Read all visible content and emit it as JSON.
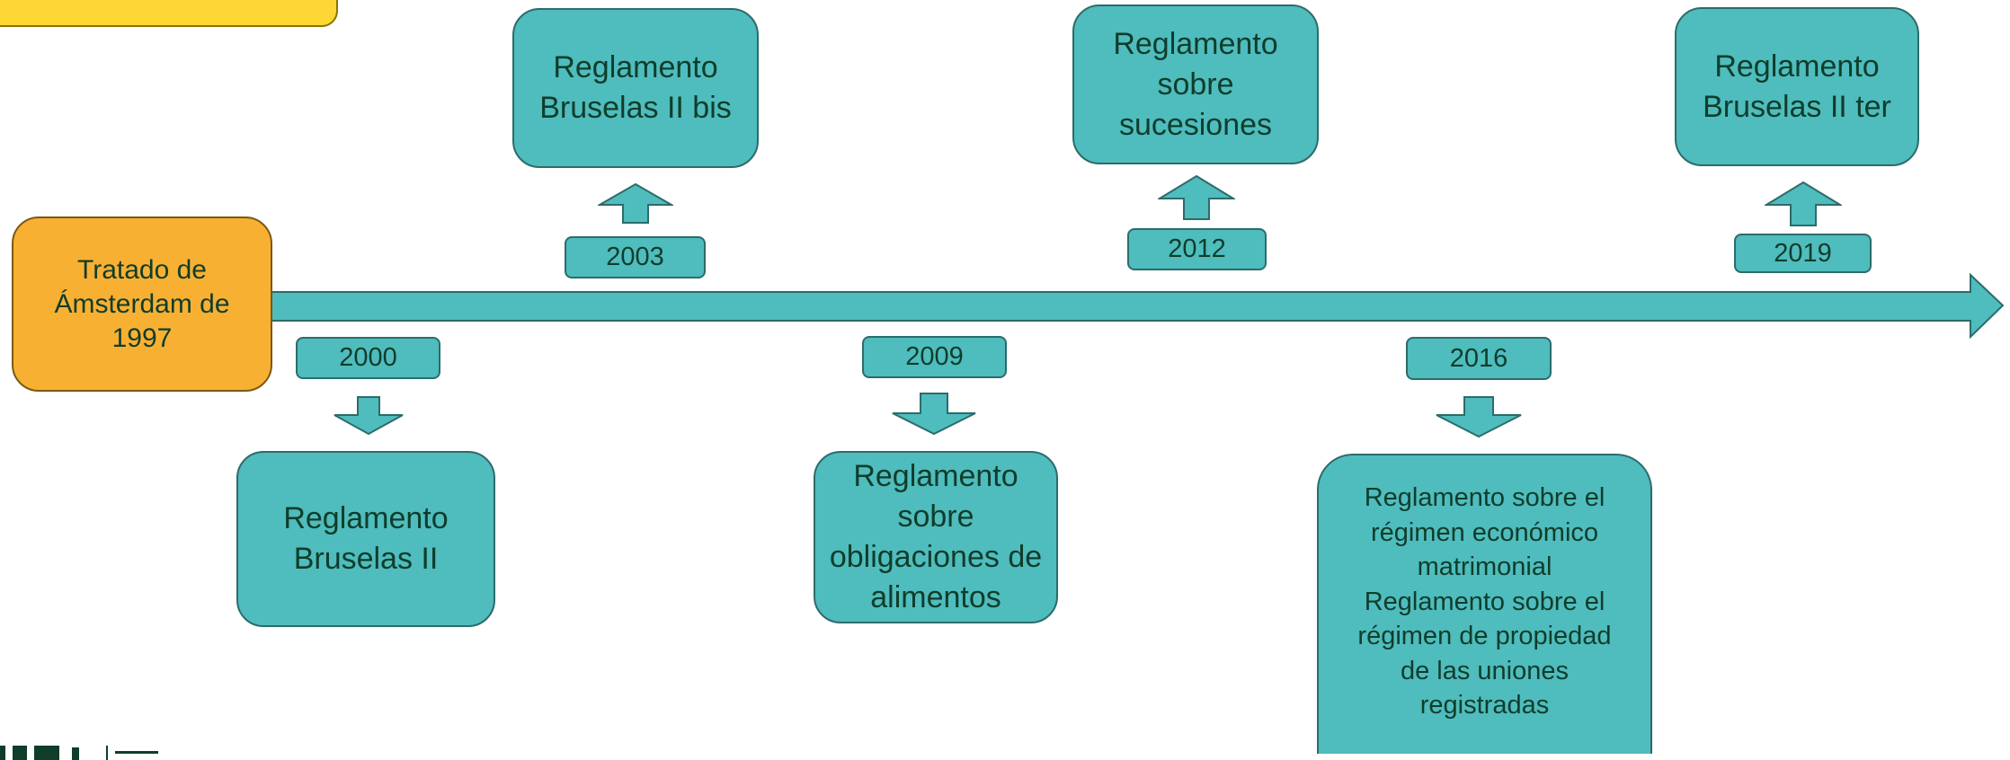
{
  "origin": {
    "label": "Tratado de Ámsterdam de 1997"
  },
  "events": [
    {
      "year": "2000",
      "label": "Reglamento Bruselas II"
    },
    {
      "year": "2003",
      "label": "Reglamento Bruselas II bis"
    },
    {
      "year": "2009",
      "label": "Reglamento sobre obligaciones de alimentos"
    },
    {
      "year": "2012",
      "label": "Reglamento sobre sucesiones"
    },
    {
      "year": "2016",
      "label": "Reglamento sobre el régimen económico matrimonial Reglamento sobre el régimen de propiedad de las uniones registradas"
    },
    {
      "year": "2019",
      "label": "Reglamento Bruselas II ter"
    }
  ],
  "colors": {
    "teal": "#4fbcbe",
    "orange": "#f8b033",
    "yellow": "#fdd835",
    "text": "#0f3d2a",
    "stroke": "#2c6c6a"
  },
  "icons": [
    "timeline-arrow",
    "up-arrow-icon",
    "down-arrow-icon"
  ]
}
